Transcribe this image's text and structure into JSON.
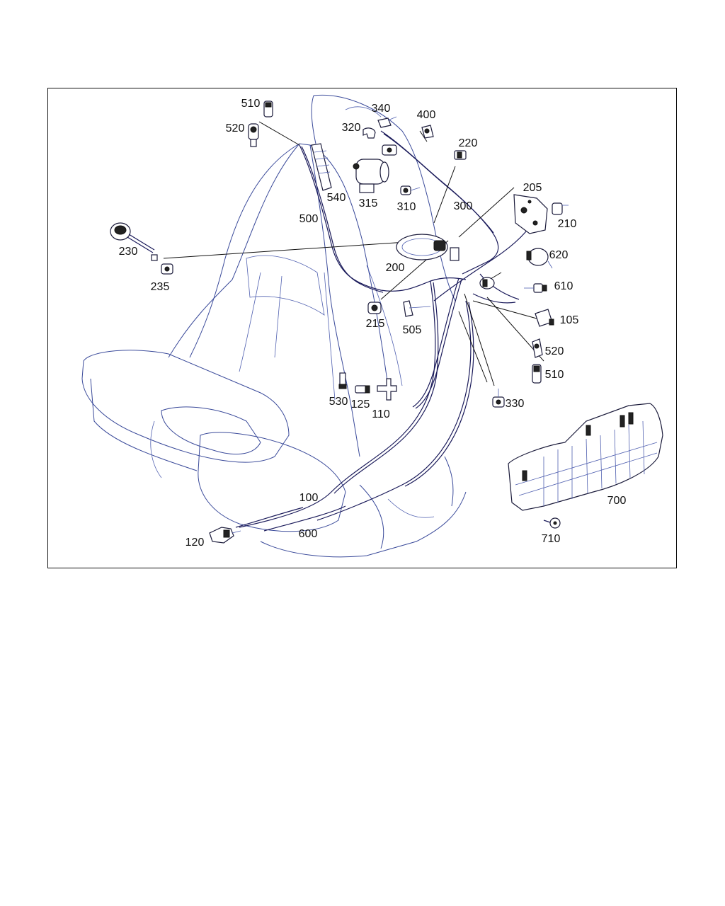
{
  "diagram": {
    "callouts": [
      {
        "id": "510a",
        "text": "510"
      },
      {
        "id": "520a",
        "text": "520"
      },
      {
        "id": "340",
        "text": "340"
      },
      {
        "id": "320",
        "text": "320"
      },
      {
        "id": "400",
        "text": "400"
      },
      {
        "id": "220",
        "text": "220"
      },
      {
        "id": "540",
        "text": "540"
      },
      {
        "id": "315",
        "text": "315"
      },
      {
        "id": "310",
        "text": "310"
      },
      {
        "id": "300",
        "text": "300"
      },
      {
        "id": "205",
        "text": "205"
      },
      {
        "id": "210",
        "text": "210"
      },
      {
        "id": "500",
        "text": "500"
      },
      {
        "id": "230",
        "text": "230"
      },
      {
        "id": "200",
        "text": "200"
      },
      {
        "id": "620",
        "text": "620"
      },
      {
        "id": "235",
        "text": "235"
      },
      {
        "id": "610",
        "text": "610"
      },
      {
        "id": "215",
        "text": "215"
      },
      {
        "id": "505",
        "text": "505"
      },
      {
        "id": "105",
        "text": "105"
      },
      {
        "id": "520b",
        "text": "520"
      },
      {
        "id": "510b",
        "text": "510"
      },
      {
        "id": "530",
        "text": "530"
      },
      {
        "id": "125",
        "text": "125"
      },
      {
        "id": "110",
        "text": "110"
      },
      {
        "id": "330",
        "text": "330"
      },
      {
        "id": "700",
        "text": "700"
      },
      {
        "id": "100",
        "text": "100"
      },
      {
        "id": "600",
        "text": "600"
      },
      {
        "id": "710",
        "text": "710"
      },
      {
        "id": "120",
        "text": "120"
      }
    ]
  }
}
